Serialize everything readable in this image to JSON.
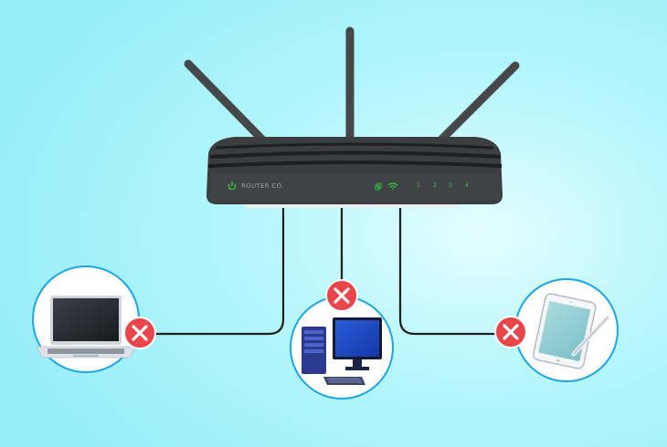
{
  "router": {
    "brand_label": "ROUTER CO.",
    "port_labels": [
      "1",
      "2",
      "3",
      "4"
    ],
    "led_color": "#2ecf3a",
    "body_color": "#3b3d40"
  },
  "devices": [
    {
      "name": "laptop",
      "status": "disconnected"
    },
    {
      "name": "desktop-computer",
      "status": "disconnected"
    },
    {
      "name": "tablet",
      "status": "disconnected"
    }
  ],
  "colors": {
    "background": "#a8f4fb",
    "error_badge": "#e8464b",
    "circle_border": "#1aa6e6"
  }
}
